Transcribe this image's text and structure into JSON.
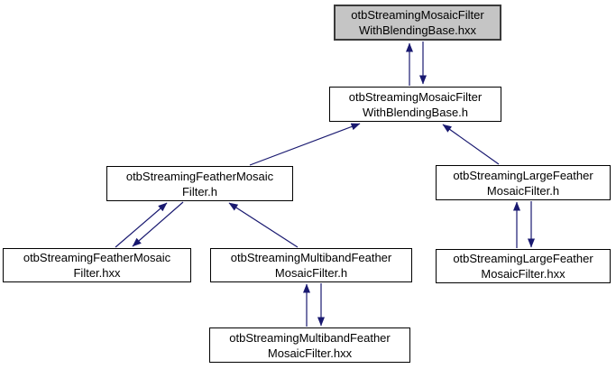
{
  "diagram": {
    "kind": "doxygen-include-dependency-graph",
    "colors": {
      "background": "#ffffff",
      "edge": "#191970",
      "node_fill": "#ffffff",
      "node_border": "#000000",
      "current_node_fill": "#c5c5c5"
    },
    "nodes": [
      {
        "label": "otbStreamingMosaicFilter\nWithBlendingBase.hxx",
        "current": true
      },
      {
        "label": "otbStreamingMosaicFilter\nWithBlendingBase.h",
        "current": false
      },
      {
        "label": "otbStreamingFeatherMosaic\nFilter.h",
        "current": false
      },
      {
        "label": "otbStreamingLargeFeather\nMosaicFilter.h",
        "current": false
      },
      {
        "label": "otbStreamingFeatherMosaic\nFilter.hxx",
        "current": false
      },
      {
        "label": "otbStreamingMultibandFeather\nMosaicFilter.h",
        "current": false
      },
      {
        "label": "otbStreamingLargeFeather\nMosaicFilter.hxx",
        "current": false
      },
      {
        "label": "otbStreamingMultibandFeather\nMosaicFilter.hxx",
        "current": false
      }
    ],
    "edges": [
      {
        "from": "otbStreamingMosaicFilterWithBlendingBase.h",
        "to": "otbStreamingMosaicFilterWithBlendingBase.hxx"
      },
      {
        "from": "otbStreamingMosaicFilterWithBlendingBase.hxx",
        "to": "otbStreamingMosaicFilterWithBlendingBase.h"
      },
      {
        "from": "otbStreamingFeatherMosaicFilter.h",
        "to": "otbStreamingMosaicFilterWithBlendingBase.h"
      },
      {
        "from": "otbStreamingLargeFeatherMosaicFilter.h",
        "to": "otbStreamingMosaicFilterWithBlendingBase.h"
      },
      {
        "from": "otbStreamingFeatherMosaicFilter.hxx",
        "to": "otbStreamingFeatherMosaicFilter.h"
      },
      {
        "from": "otbStreamingFeatherMosaicFilter.h",
        "to": "otbStreamingFeatherMosaicFilter.hxx"
      },
      {
        "from": "otbStreamingMultibandFeatherMosaicFilter.h",
        "to": "otbStreamingFeatherMosaicFilter.h"
      },
      {
        "from": "otbStreamingLargeFeatherMosaicFilter.hxx",
        "to": "otbStreamingLargeFeatherMosaicFilter.h"
      },
      {
        "from": "otbStreamingLargeFeatherMosaicFilter.h",
        "to": "otbStreamingLargeFeatherMosaicFilter.hxx"
      },
      {
        "from": "otbStreamingMultibandFeatherMosaicFilter.hxx",
        "to": "otbStreamingMultibandFeatherMosaicFilter.h"
      },
      {
        "from": "otbStreamingMultibandFeatherMosaicFilter.h",
        "to": "otbStreamingMultibandFeatherMosaicFilter.hxx"
      }
    ]
  }
}
